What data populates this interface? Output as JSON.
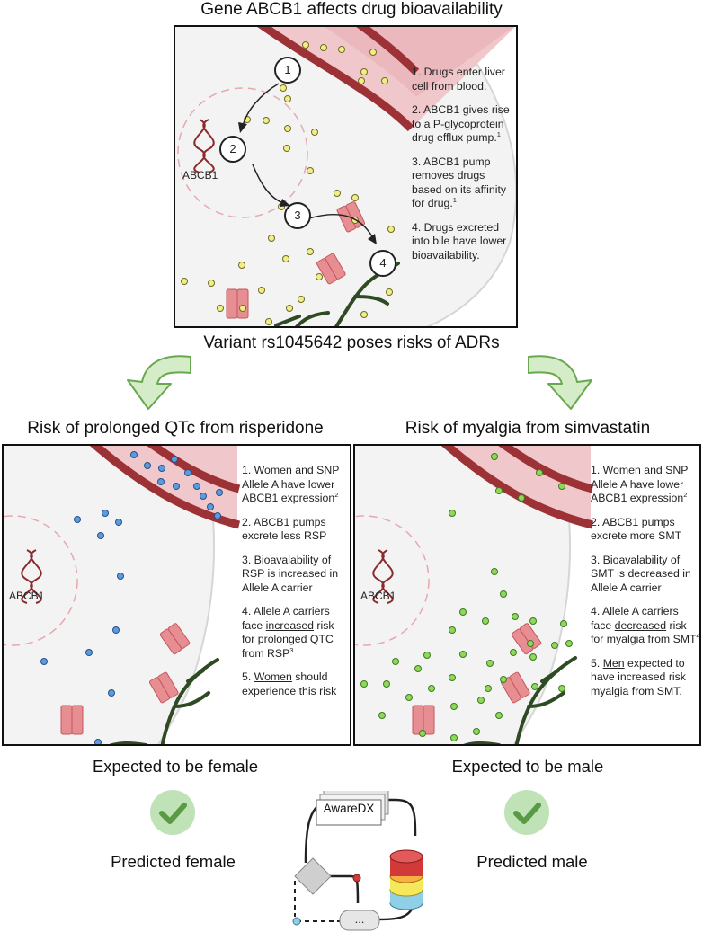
{
  "top": {
    "title": "Gene ABCB1 affects drug bioavailability",
    "gene_label": "ABCB1",
    "step_markers": [
      "1",
      "2",
      "3",
      "4"
    ],
    "steps": [
      {
        "text": "1. Drugs enter liver cell from blood."
      },
      {
        "text": "2. ABCB1 gives rise to a P-glycoprotein drug efflux pump.",
        "sup": "1"
      },
      {
        "text": "3. ABCB1 pump removes drugs based on its affinity for drug.",
        "sup": "1"
      },
      {
        "text": "4. Drugs excreted into bile have lower bioavailability."
      }
    ]
  },
  "variant_title": "Variant rs1045642 poses risks of ADRs",
  "left": {
    "title": "Risk of prolonged QTc from risperidone",
    "gene_label": "ABCB1",
    "dot_color": "#5b9be0",
    "s1": "1. Women and SNP Allele A have lower ABCB1 expression",
    "s1_sup": "2",
    "s2": "2. ABCB1 pumps excrete less RSP",
    "s3": "3. Bioavalability of RSP is increased in Allele A carrier",
    "s4_pre": "4. Allele A carriers face ",
    "s4_u": "increased",
    "s4_post": " risk for prolonged QTC from RSP",
    "s4_sup": "3",
    "s5_pre": "5. ",
    "s5_u": "Women",
    "s5_post": " should experience this risk",
    "expected": "Expected to be female",
    "predicted": "Predicted female"
  },
  "right": {
    "title": "Risk of myalgia from simvastatin",
    "gene_label": "ABCB1",
    "dot_color": "#8ed85a",
    "s1": "1. Women and SNP Allele A have lower ABCB1 expression",
    "s1_sup": "2",
    "s2": "2. ABCB1 pumps excrete more SMT",
    "s3": "3. Bioavalability of SMT is decreased in Allele A carrier",
    "s4_pre": "4. Allele A carriers face ",
    "s4_u": "decreased",
    "s4_post": " risk for myalgia from SMT",
    "s4_sup": "4",
    "s5_pre": "5. ",
    "s5_u": "Men",
    "s5_post": " expected to have increased risk myalgia from SMT.",
    "expected": "Expected to be male",
    "predicted": "Predicted male"
  },
  "model": {
    "name": "AwareDX",
    "ellipsis": "..."
  },
  "colors": {
    "drug_yellow": "#f1ee8a",
    "vessel": "#e8b3b8",
    "vessel_wall": "#9c3236",
    "pump": "#e68e92",
    "arrow_green": "#6aa84f",
    "check_bg": "#bfe2b6",
    "check_mark": "#5a9a44"
  }
}
